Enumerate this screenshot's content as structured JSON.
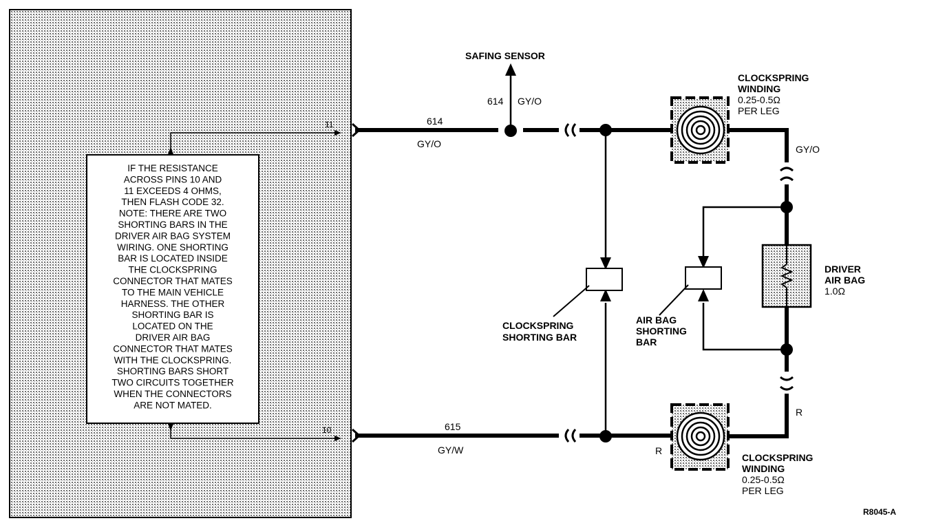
{
  "module": {
    "pin_11": "11",
    "pin_10": "10",
    "note_lines": [
      "IF THE RESISTANCE",
      "ACROSS PINS 10 AND",
      "11 EXCEEDS 4 OHMS,",
      "THEN FLASH CODE 32.",
      "NOTE: THERE ARE TWO",
      "SHORTING BARS IN THE",
      "DRIVER AIR BAG SYSTEM",
      "WIRING. ONE SHORTING",
      "BAR IS LOCATED INSIDE",
      "THE CLOCKSPRING",
      "CONNECTOR THAT MATES",
      "TO THE MAIN VEHICLE",
      "HARNESS. THE OTHER",
      "SHORTING BAR IS",
      "LOCATED ON THE",
      "DRIVER AIR BAG",
      "CONNECTOR THAT MATES",
      "WITH THE CLOCKSPRING.",
      "SHORTING BARS SHORT",
      "TWO CIRCUITS TOGETHER",
      "WHEN THE CONNECTORS",
      "ARE NOT MATED."
    ]
  },
  "safing_sensor": {
    "label": "SAFING SENSOR",
    "circuit": "614",
    "color": "GY/O"
  },
  "wire_top": {
    "circuit": "614",
    "color": "GY/O"
  },
  "wire_bottom": {
    "circuit": "615",
    "color": "GY/W"
  },
  "clockspring_top": {
    "line1": "CLOCKSPRING",
    "line2": "WINDING",
    "line3": "0.25-0.5Ω",
    "line4": "PER LEG"
  },
  "clockspring_bottom": {
    "line1": "CLOCKSPRING",
    "line2": "WINDING",
    "line3": "0.25-0.5Ω",
    "line4": "PER LEG"
  },
  "right_wires": {
    "top_color": "GY/O",
    "bottom_color": "R",
    "bottom_left_color": "R"
  },
  "airbag": {
    "line1": "DRIVER",
    "line2": "AIR BAG",
    "line3": "1.0Ω"
  },
  "clockspring_shorting_bar": {
    "line1": "CLOCKSPRING",
    "line2": "SHORTING BAR"
  },
  "airbag_shorting_bar": {
    "line1": "AIR BAG",
    "line2": "SHORTING",
    "line3": "BAR"
  },
  "figure_ref": "R8045-A"
}
